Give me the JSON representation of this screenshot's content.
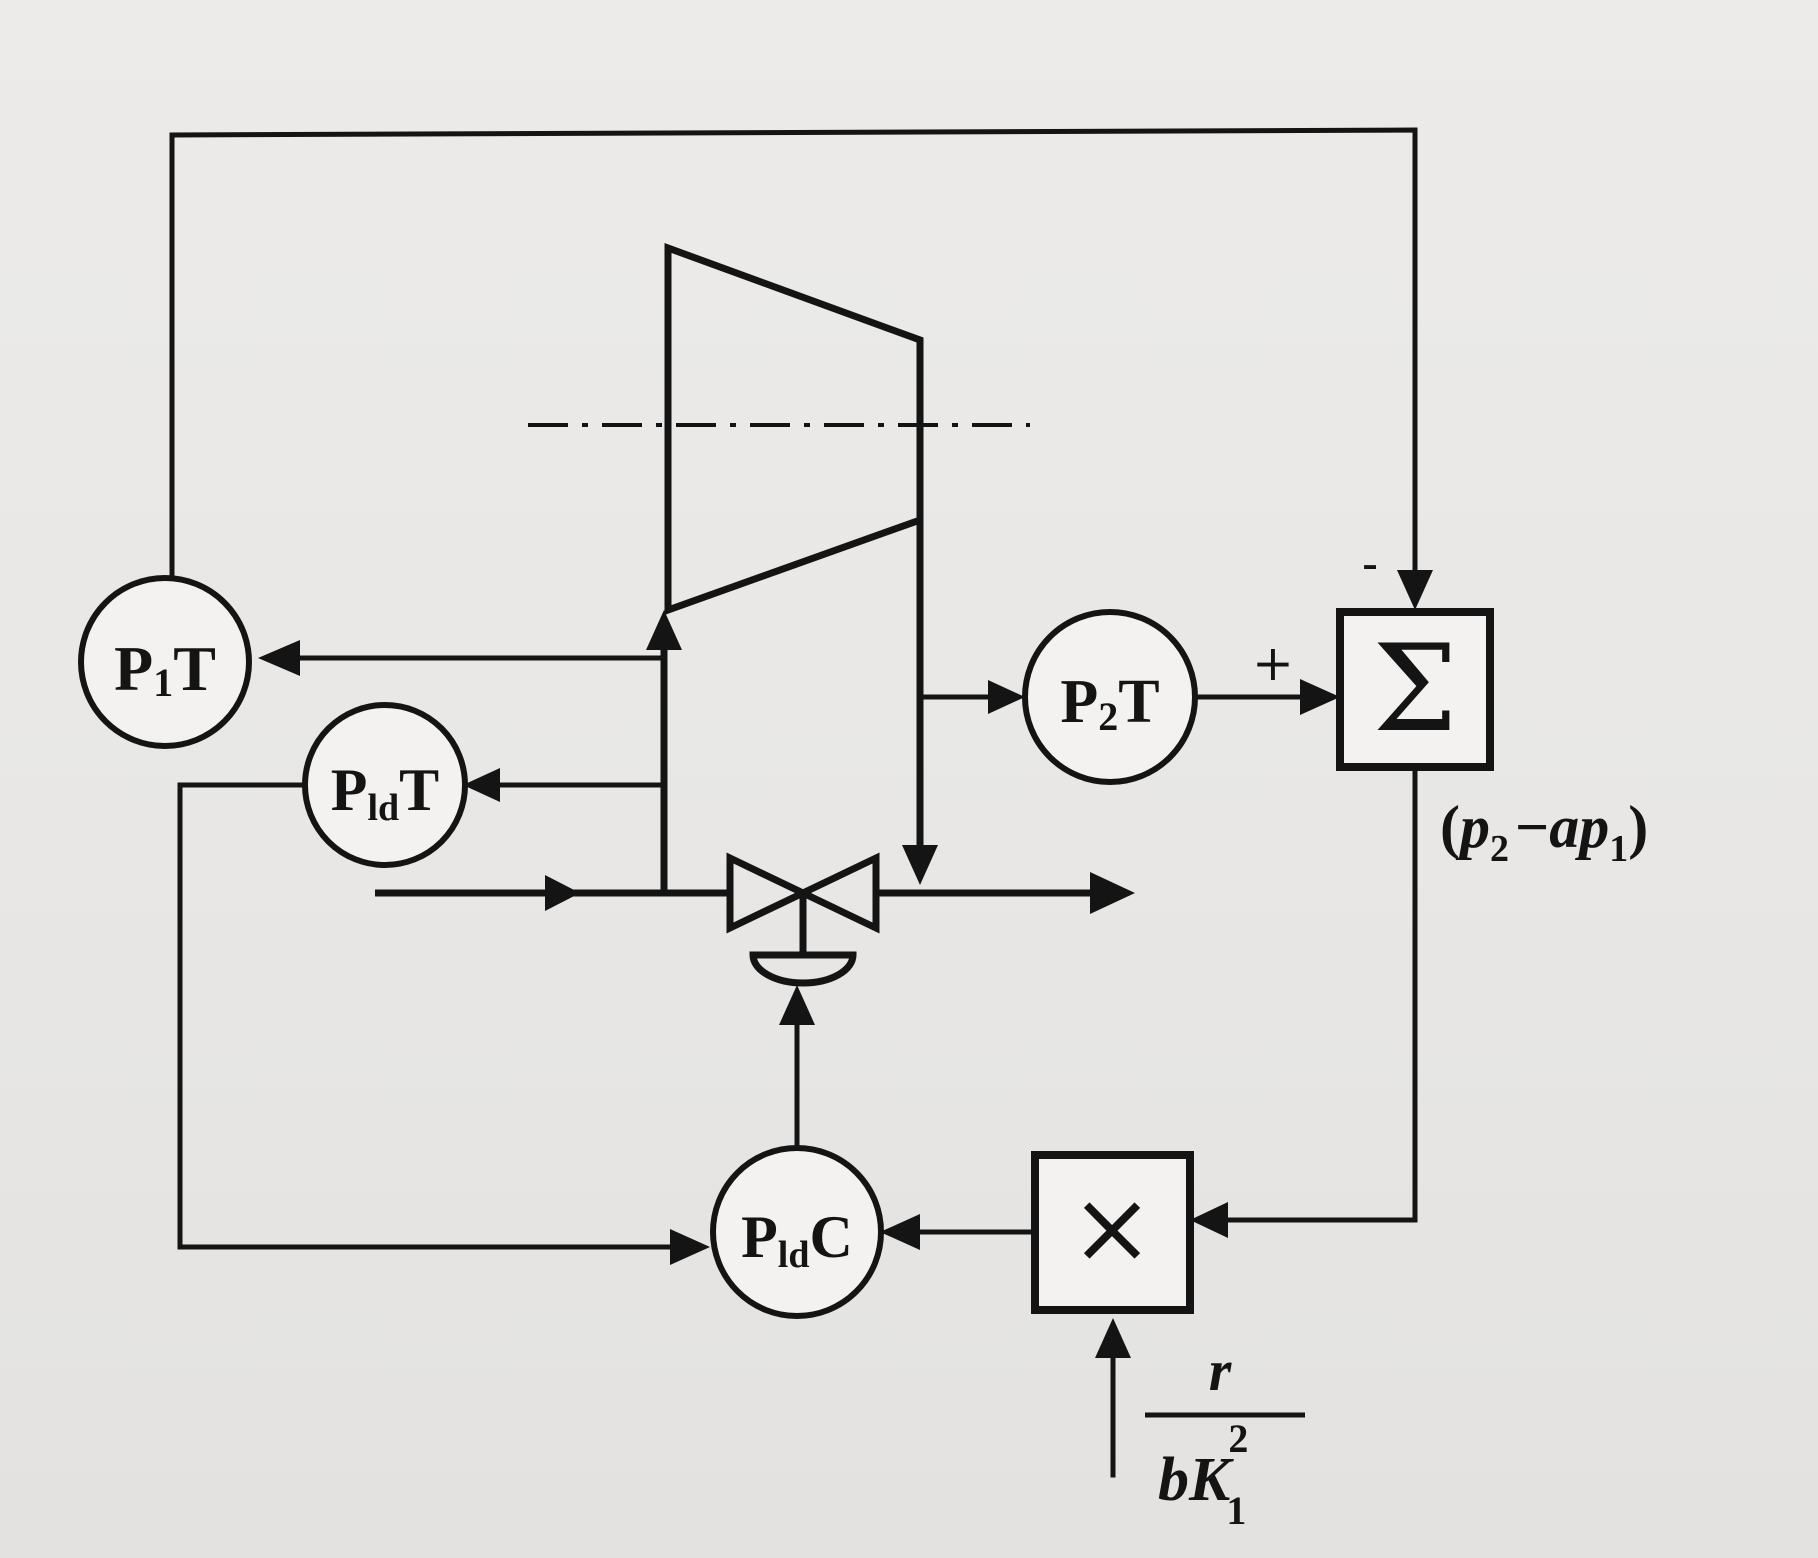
{
  "diagram": {
    "transmitters": {
      "p1t": {
        "main": "P",
        "sub": "1",
        "tail": "T"
      },
      "p2t": {
        "main": "P",
        "sub": "2",
        "tail": "T"
      },
      "pldt": {
        "main": "P",
        "sub": "ld",
        "tail": "T"
      }
    },
    "controller": {
      "main": "P",
      "sub": "ld",
      "tail": "C"
    },
    "summer": {
      "symbol": "Σ",
      "minus_sign": "-",
      "plus_sign": "+"
    },
    "output_expression": {
      "open": "(",
      "p2_var": "p",
      "p2_sub": "2",
      "minus": "−",
      "a": "a",
      "p1_var": "p",
      "p1_sub": "1",
      "close": ")"
    },
    "multiplier": {
      "symbol": "×"
    },
    "gain": {
      "numerator": "r",
      "denominator_b": "b",
      "denominator_k": "K",
      "k_sub": "1",
      "k_sup": "2"
    },
    "colors": {
      "ink": "#141414",
      "paper": "#ecebe9"
    }
  }
}
